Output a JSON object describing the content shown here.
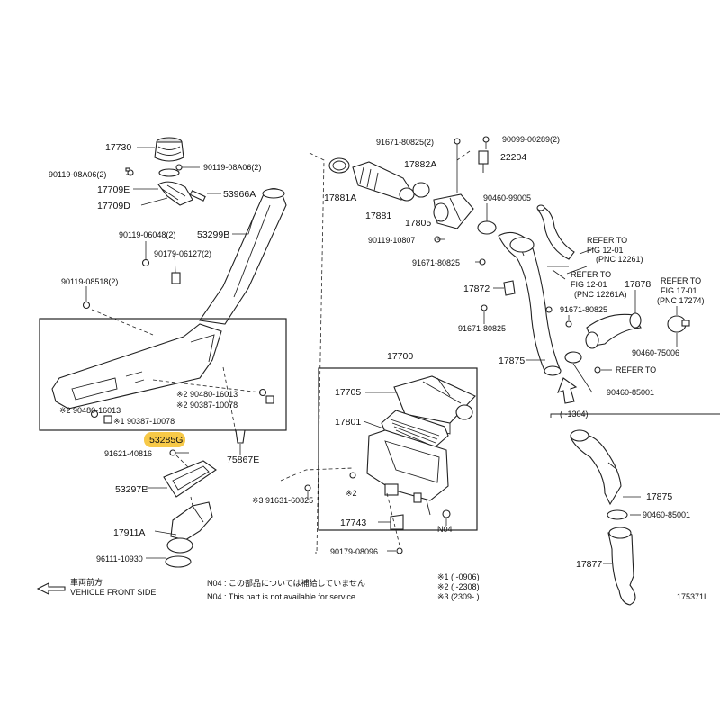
{
  "labels": {
    "l17730": "17730",
    "l90119_08A06_a": "90119-08A06(2)",
    "l90119_08A06_b": "90119-08A06(2)",
    "l17709E": "17709E",
    "l53966A": "53966A",
    "l17709D": "17709D",
    "l90119_06048": "90119-06048(2)",
    "l53299B": "53299B",
    "l90179_06127": "90179-06127(2)",
    "l90119_08518": "90119-08518(2)",
    "l90480_16013_a": "※2  90480-16013",
    "l90387_10078_a": "※2  90387-10078",
    "l90480_16013_b": "※2  90480-16013",
    "l90387_10078_b": "※1  90387-10078",
    "l53285G": "53285G",
    "l75867E": "75867E",
    "l91621_40816": "91621-40816",
    "l53297E": "53297E",
    "l17911A": "17911A",
    "l96111_10930": "96111-10930",
    "l91671_80825_top": "91671-80825(2)",
    "l17882A": "17882A",
    "l17881A": "17881A",
    "l17881": "17881",
    "l17805": "17805",
    "l90099_00289": "90099-00289(2)",
    "l22204": "22204",
    "l90460_99005": "90460-99005",
    "l90119_10807": "90119-10807",
    "l91671_80825_mid": "91671-80825",
    "l17872": "17872",
    "l91671_80825_low": "91671-80825",
    "l91671_80825_right": "91671-80825",
    "l17875": "17875",
    "l17878": "17878",
    "l90460_75006": "90460-75006",
    "l90460_85001": "90460-85001",
    "l17700": "17700",
    "l17705": "17705",
    "l17801": "17801",
    "l91631_60825": "※3  91631-60825",
    "lmark2": "※2",
    "l17743": "17743",
    "lN04": "N04",
    "l90179_08096": "90179-08096",
    "l17875_b": "17875",
    "l90460_85001_b": "90460-85001",
    "l17877": "17877",
    "lrange": "(   -1304)"
  },
  "refer": {
    "r1a": "REFER TO",
    "r1b": "FIG 12-01",
    "r1c": "(PNC 12261)",
    "r2a": "REFER TO",
    "r2b": "FIG 12-01",
    "r2c": "(PNC 12261A)",
    "r3a": "REFER TO",
    "r3b": "FIG 17-01",
    "r3c": "(PNC 17274)",
    "r4": "REFER TO"
  },
  "footer": {
    "front_jp": "車両前方",
    "front_en": "VEHICLE FRONT SIDE",
    "n04_jp": "N04 : この部品については補給していません",
    "n04_en": "N04 : This part is not available for service",
    "note1": "※1 (      -0906)",
    "note2": "※2 (      -2308)",
    "note3": "※3 (2309-      )",
    "diagram_id": "175371L"
  },
  "colors": {
    "highlight": "#f7c948",
    "line": "#222222"
  }
}
